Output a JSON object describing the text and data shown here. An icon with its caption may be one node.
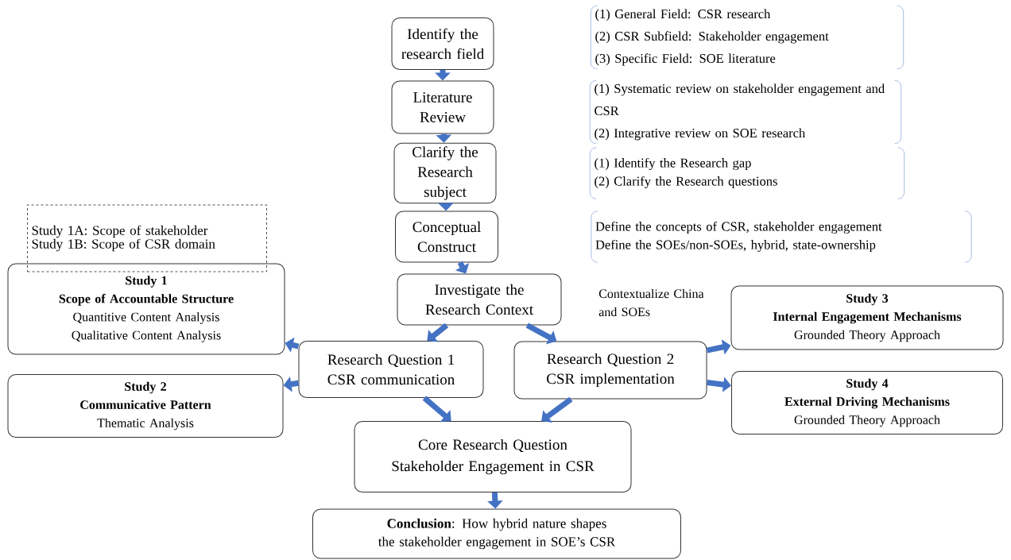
{
  "diagram": {
    "nodes": [
      {
        "text": [
          "Identify the research field"
        ]
      },
      {
        "text": [
          "(1) General Field: CSR research",
          "(2) CSR Subfield: Stakeholder engagement",
          "(3) Specific Field: SOE literature"
        ]
      },
      {
        "text": [
          "Literature Review"
        ]
      },
      {
        "text": [
          "(1) Systematic review on stakeholder engagement and CSR",
          "(2) Integrative review on SOE research"
        ]
      },
      {
        "text": [
          "Clarify the Research subject"
        ]
      },
      {
        "text": [
          "(1) Identify the Research gap",
          "(2) Clarify the Research questions"
        ]
      },
      {
        "text": [
          "Conceptual Construct"
        ]
      },
      {
        "text": [
          "Define the concepts of CSR, stakeholder engagement",
          "Define the SOEs/non-SOEs, hybrid, state-ownership"
        ]
      },
      {
        "text": [
          "Investigate the Research Context"
        ],
        "beside": [
          "Contextualize China and SOEs"
        ]
      },
      {
        "text": [
          "Study 1A: Scope of stakeholder",
          "Study 1B: Scope of CSR domain"
        ]
      },
      {
        "text": [
          "Study 1",
          "Scope of Accountable Structure",
          "Quantitive Content Analysis",
          "Qualitative Content Analysis"
        ]
      },
      {
        "text": [
          "Research Question 1",
          "CSR communication"
        ]
      },
      {
        "text": [
          "Research Question 2",
          "CSR implementation"
        ]
      },
      {
        "text": [
          "Study 3",
          "Internal Engagement Mechanisms",
          "Grounded Theory Approach"
        ]
      },
      {
        "text": [
          "Study 2",
          "Communicative Pattern",
          "Thematic Analysis"
        ]
      },
      {
        "text": [
          "Study 4",
          "External Driving Mechanisms",
          "Grounded Theory Approach"
        ]
      },
      {
        "text": [
          "Core Research Question",
          "Stakeholder Engagement in CSR"
        ]
      },
      {
        "text": [
          "**Conclusion**: How hybrid nature shapes the stakeholder engagement in SOE’s CSR"
        ]
      }
    ],
    "edges": [
      {
        "from": 0,
        "to": 2,
        "arrow": "to"
      },
      {
        "from": 2,
        "to": 4,
        "arrow": "to"
      },
      {
        "from": 4,
        "to": 6,
        "arrow": "to"
      },
      {
        "from": 6,
        "to": 8,
        "arrow": "to"
      },
      {
        "from": 8,
        "to": 11,
        "arrow": "to"
      },
      {
        "from": 8,
        "to": 12,
        "arrow": "to"
      },
      {
        "from": 11,
        "to": 10,
        "arrow": "to"
      },
      {
        "from": 11,
        "to": 14,
        "arrow": "to"
      },
      {
        "from": 12,
        "to": 13,
        "arrow": "to"
      },
      {
        "from": 12,
        "to": 15,
        "arrow": "to"
      },
      {
        "from": 11,
        "to": 16,
        "arrow": "to"
      },
      {
        "from": 12,
        "to": 16,
        "arrow": "to"
      },
      {
        "from": 16,
        "to": 17,
        "arrow": "to"
      }
    ]
  }
}
